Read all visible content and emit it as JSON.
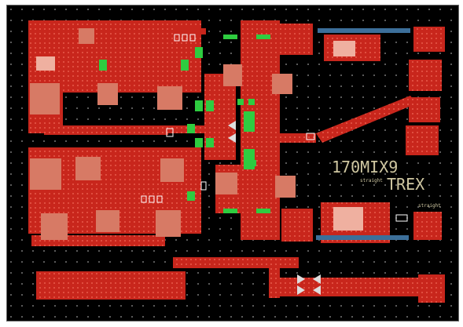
{
  "viewer": {
    "name": "layout-viewport"
  },
  "labels": {
    "circuit_name": "170MIX9",
    "designer": "TREX",
    "annot1": "straight",
    "annot2": "straight"
  },
  "colors": {
    "background": "#000000",
    "metal": "#c8261c",
    "metal_edge": "#e03a2c",
    "via_pad": "#d77a65",
    "via_core": "#efb0a0",
    "green_contact": "#2ecc40",
    "blue_line": "#3c6f9a",
    "grid_dot": "#9a9a9a",
    "text": "#cfc7a1"
  }
}
